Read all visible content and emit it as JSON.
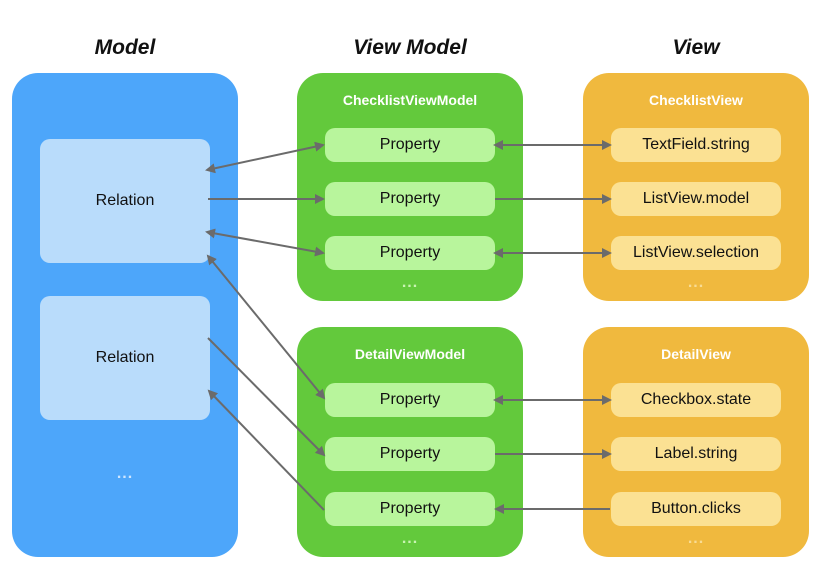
{
  "columns": {
    "model": "Model",
    "view_model": "View Model",
    "view": "View"
  },
  "model": {
    "relations": [
      "Relation",
      "Relation"
    ],
    "ellipsis": "..."
  },
  "checklist_vm": {
    "title": "ChecklistViewModel",
    "properties": [
      "Property",
      "Property",
      "Property"
    ],
    "ellipsis": "..."
  },
  "detail_vm": {
    "title": "DetailViewModel",
    "properties": [
      "Property",
      "Property",
      "Property"
    ],
    "ellipsis": "..."
  },
  "checklist_view": {
    "title": "ChecklistView",
    "items": [
      "TextField.string",
      "ListView.model",
      "ListView.selection"
    ],
    "ellipsis": "..."
  },
  "detail_view": {
    "title": "DetailView",
    "items": [
      "Checkbox.state",
      "Label.string",
      "Button.clicks"
    ],
    "ellipsis": "..."
  },
  "colors": {
    "model_panel": "#4da6fa",
    "relation_box": "#b9dcfb",
    "vm_panel": "#63c93c",
    "vm_pill": "#b8f59c",
    "view_panel": "#f0b93e",
    "view_pill": "#fbe193",
    "arrow": "#6b6b6b"
  }
}
